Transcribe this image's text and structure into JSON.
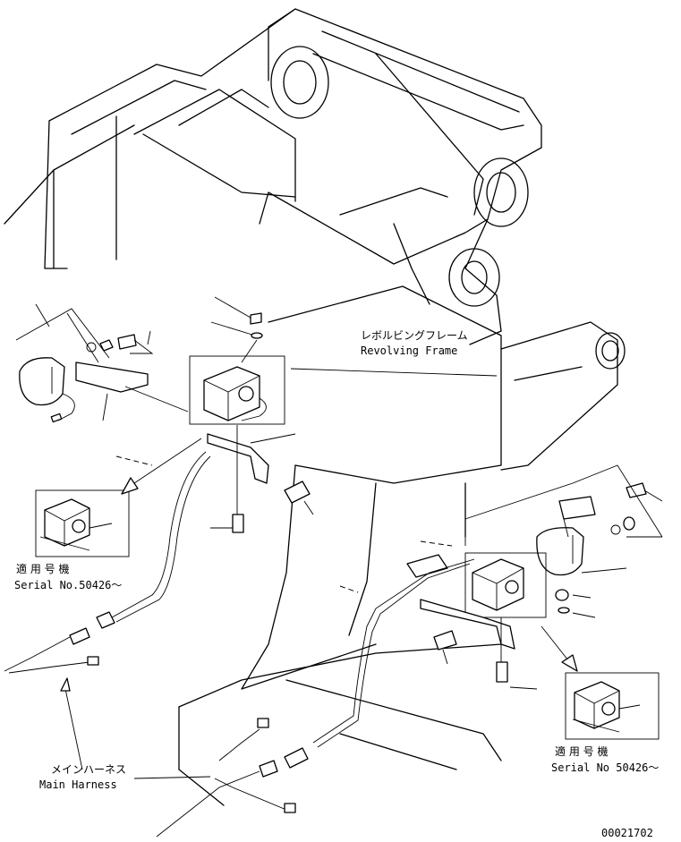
{
  "labels": {
    "revolving_frame_jp": "レボルビングフレーム",
    "revolving_frame_en": "Revolving Frame",
    "serial_left_jp": "適 用 号 機",
    "serial_left_en": "Serial No.50426～",
    "serial_right_jp": "適 用 号 機",
    "serial_right_en": "Serial No 50426～",
    "main_harness_jp": "メインハーネス",
    "main_harness_en": "Main Harness",
    "drawing_number": "00021702"
  }
}
